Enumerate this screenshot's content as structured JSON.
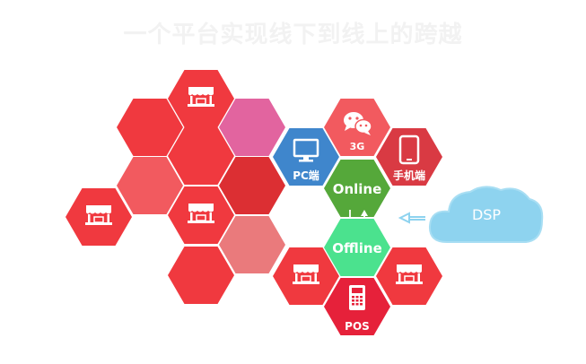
{
  "header": {
    "title": "一个平台实现线下到线上的跨越"
  },
  "nodes": {
    "pc": "PC端",
    "wechat": "3G",
    "mobile": "手机端",
    "online": "Online",
    "offline": "Offline",
    "pos": "POS",
    "dsp": "DSP"
  },
  "colors": {
    "red": "#f0393f",
    "red_light": "#f25a5f",
    "red_dark": "#dc2f33",
    "pink": "#e2649f",
    "pink_soft": "#ea7a7c",
    "blue": "#3f86cc",
    "green": "#55a83a",
    "mint": "#4be28e",
    "crimson": "#d93a43",
    "cloud": "#8ed3ef",
    "title": "#f2f2f2"
  },
  "icons": [
    "store-icon",
    "monitor-icon",
    "wechat-icon",
    "smartphone-icon",
    "pos-terminal-icon",
    "cloud-icon",
    "arrow-left-icon",
    "arrows-updown-icon"
  ]
}
